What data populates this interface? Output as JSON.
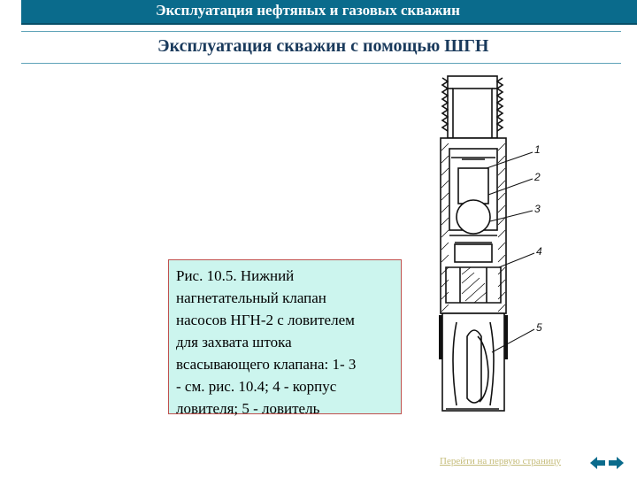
{
  "header": {
    "title": "Эксплуатация нефтяных и газовых скважин"
  },
  "page": {
    "title": "Эксплуатация скважин с помощью ШГН"
  },
  "figure": {
    "callouts": [
      "1",
      "2",
      "3",
      "4",
      "5"
    ]
  },
  "caption": {
    "text": "Рис. 10.5. Нижний\nнагнетательный клапан\nнасосов НГН-2 с ловителем\nдля захвата штока\nвсасывающего клапана:  1- 3\n- см. рис. 10.4; 4 -  корпус\nловителя; 5 - ловитель"
  },
  "footer": {
    "first_page_link": "Перейти на первую страницу",
    "nav_icon": "back-forward-arrows-icon"
  },
  "colors": {
    "header_bg": "#0a6b8c",
    "caption_bg": "#ccf5ee",
    "caption_border": "#c0504d",
    "link": "#c5bc7a"
  }
}
